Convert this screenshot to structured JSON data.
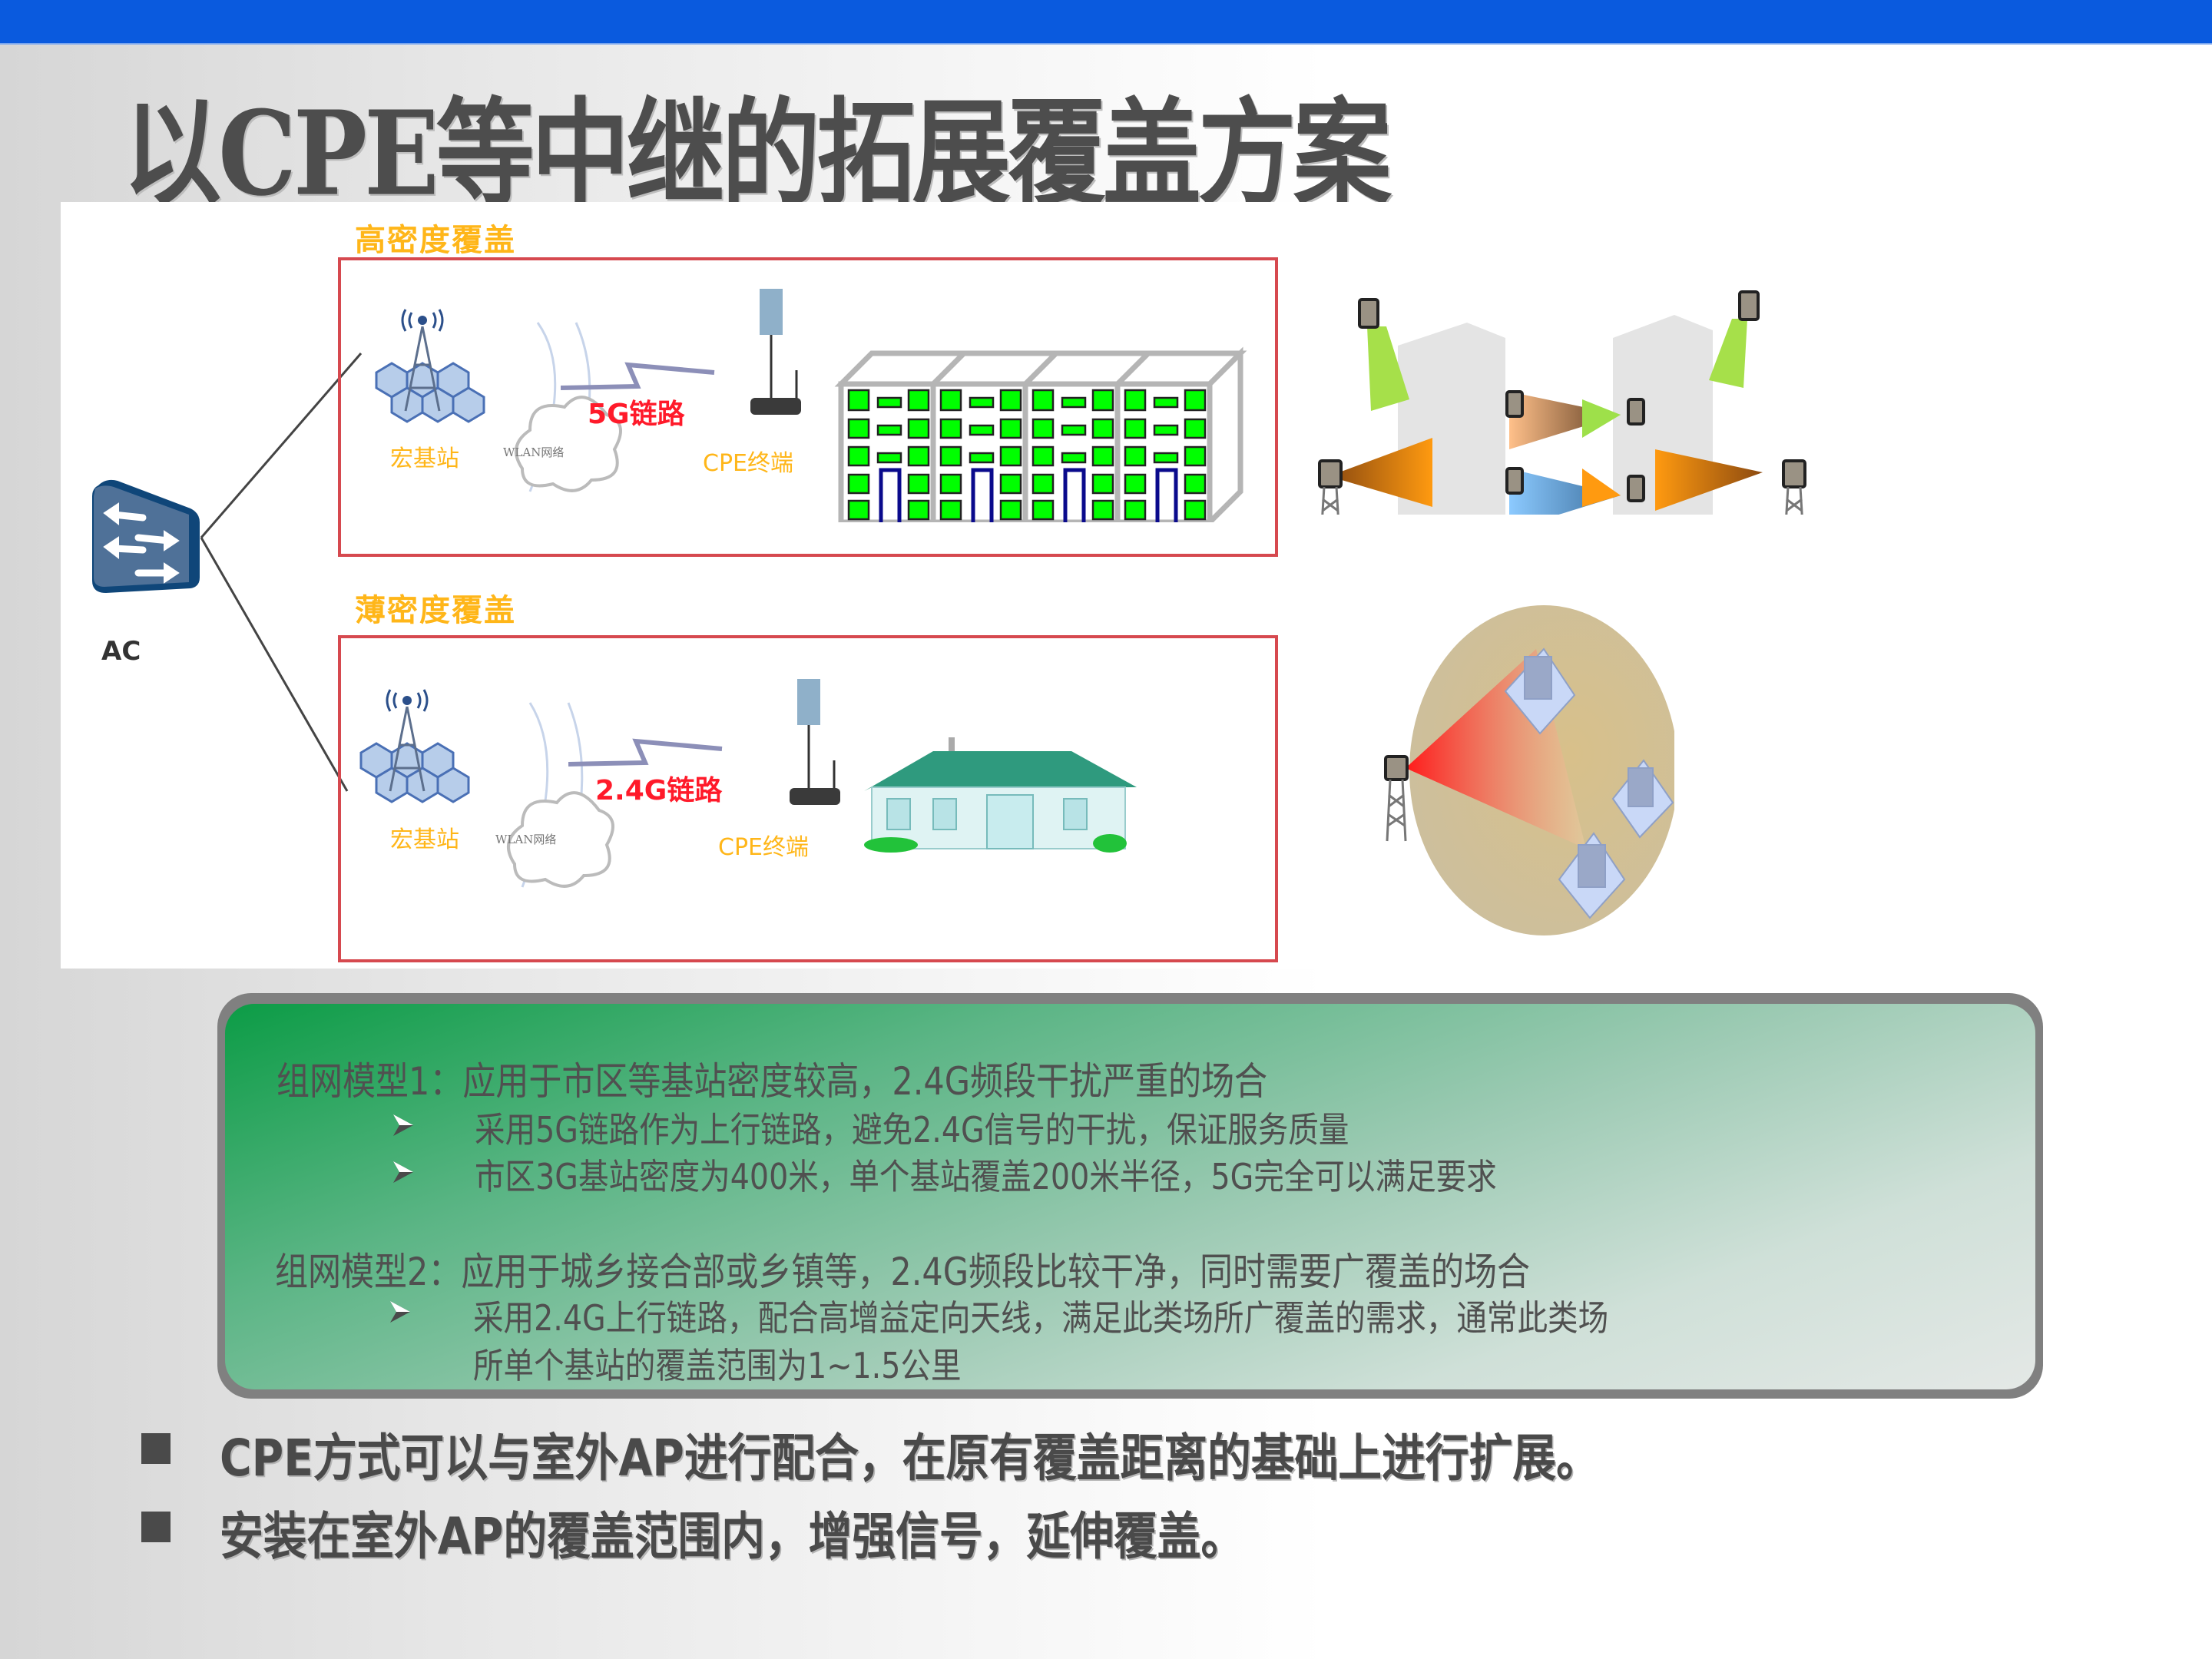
{
  "header": {
    "bar_color": "#0a5ade",
    "title": "以CPE等中继的拓展覆盖方案"
  },
  "diagram": {
    "controller": {
      "label": "AC",
      "icon": "switch-arrows-icon"
    },
    "high_density": {
      "zone_label": "高密度覆盖",
      "base_station_label": "宏基站",
      "cloud_label": "WLAN网络",
      "link_label": "5G链路",
      "cpe_label": "CPE终端",
      "scene_icon": "apartment-buildings-icon",
      "side_illustration": "building-to-building-directional-antenna-icon"
    },
    "low_density": {
      "zone_label": "薄密度覆盖",
      "base_station_label": "宏基站",
      "cloud_label": "WLAN网络",
      "link_label": "2.4G链路",
      "cpe_label": "CPE终端",
      "scene_icon": "house-icon",
      "side_illustration": "sector-coverage-houses-icon"
    },
    "box_color": "#d6494f",
    "label_color": "#ffb619",
    "link_color": "#ff1a2a"
  },
  "models": [
    {
      "heading": "组网模型1：应用于市区等基站密度较高，2.4G频段干扰严重的场合",
      "points": [
        "采用5G链路作为上行链路，避免2.4G信号的干扰，保证服务质量",
        "市区3G基站密度为400米，单个基站覆盖200米半径，5G完全可以满足要求"
      ]
    },
    {
      "heading": "组网模型2：应用于城乡接合部或乡镇等，2.4G频段比较干净，同时需要广覆盖的场合",
      "points": [
        "采用2.4G上行链路，配合高增益定向天线，满足此类场所广覆盖的需求，通常此类场",
        "所单个基站的覆盖范围为1~1.5公里"
      ]
    }
  ],
  "bullets": [
    "CPE方式可以与室外AP进行配合，在原有覆盖距离的基础上进行扩展。",
    "安装在室外AP的覆盖范围内，增强信号，延伸覆盖。"
  ]
}
